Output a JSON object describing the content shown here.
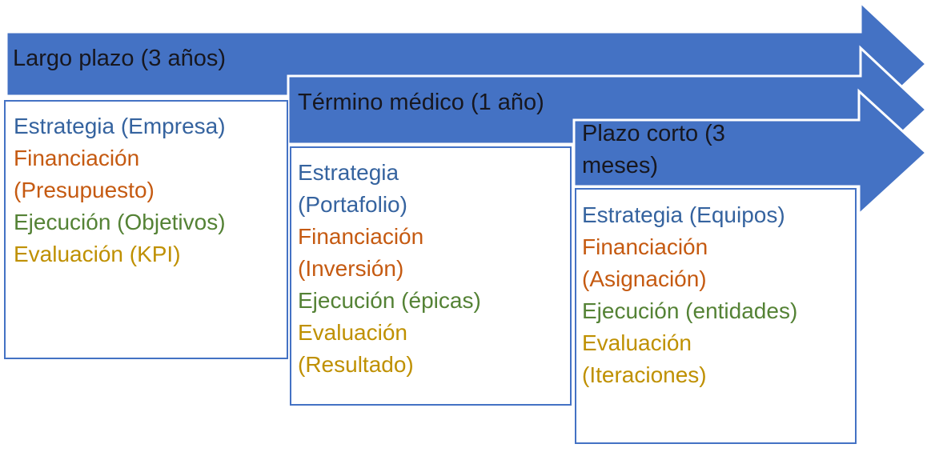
{
  "colors": {
    "arrow_fill": "#4472C4",
    "arrow_outline": "#FFFFFF",
    "box_border": "#4472C4",
    "box_fill": "#FFFFFF",
    "title_text": "#17171F",
    "strategy": "#35639F",
    "funding": "#C55A11",
    "execution": "#548235",
    "evaluation": "#BF9000"
  },
  "arrows": [
    {
      "label": "Largo plazo (3 años)"
    },
    {
      "label": "Término médico (1 año)"
    },
    {
      "label": "Plazo corto (3 meses)"
    }
  ],
  "boxes": [
    {
      "lines": [
        {
          "text": "Estrategia (Empresa)",
          "role": "strategy"
        },
        {
          "text": "Financiación",
          "role": "funding"
        },
        {
          "text": "(Presupuesto)",
          "role": "funding"
        },
        {
          "text": "Ejecución (Objetivos)",
          "role": "execution"
        },
        {
          "text": "Evaluación (KPI)",
          "role": "evaluation"
        }
      ]
    },
    {
      "lines": [
        {
          "text": "Estrategia",
          "role": "strategy"
        },
        {
          "text": "(Portafolio)",
          "role": "strategy"
        },
        {
          "text": "Financiación",
          "role": "funding"
        },
        {
          "text": "(Inversión)",
          "role": "funding"
        },
        {
          "text": "Ejecución (épicas)",
          "role": "execution"
        },
        {
          "text": "Evaluación",
          "role": "evaluation"
        },
        {
          "text": "(Resultado)",
          "role": "evaluation"
        }
      ]
    },
    {
      "lines": [
        {
          "text": "Estrategia (Equipos)",
          "role": "strategy"
        },
        {
          "text": "Financiación",
          "role": "funding"
        },
        {
          "text": "(Asignación)",
          "role": "funding"
        },
        {
          "text": "Ejecución (entidades)",
          "role": "execution"
        },
        {
          "text": "Evaluación",
          "role": "evaluation"
        },
        {
          "text": "(Iteraciones)",
          "role": "evaluation"
        }
      ]
    }
  ]
}
